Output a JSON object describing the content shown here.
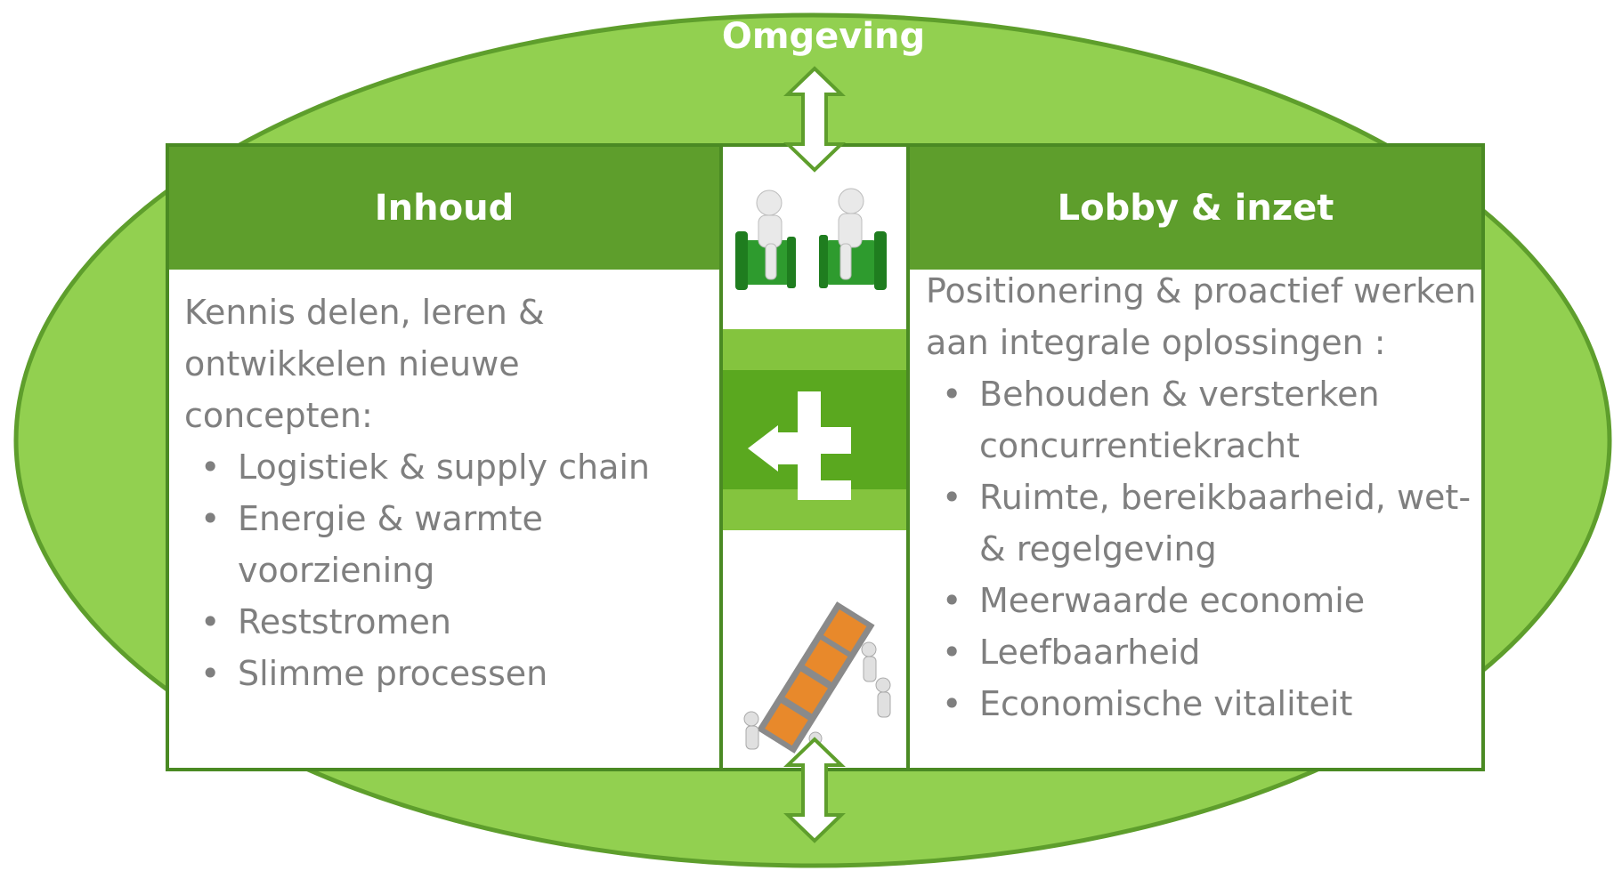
{
  "environment": {
    "label": "Omgeving"
  },
  "left_panel": {
    "title": "Inhoud",
    "intro": "Kennis delen, leren & ontwikkelen nieuwe concepten:",
    "items": [
      "Logistiek & supply chain",
      "Energie & warmte voorziening",
      "Reststromen",
      "Slimme processen"
    ]
  },
  "right_panel": {
    "title": "Lobby & inzet",
    "intro": "Positionering & proactief werken aan integrale oplossingen :",
    "items": [
      "Behouden & versterken concurrentiekracht",
      "Ruimte, bereikbaarheid, wet- & regelgeving",
      "Meerwaarde economie",
      "Leefbaarheid",
      "Economische vitaliteit"
    ]
  },
  "bullet_glyph": "•",
  "center_images": [
    "two-figures-in-chairs",
    "green-logo",
    "team-lifting-letters"
  ],
  "colors": {
    "ellipse": "#92d050",
    "ellipse_border": "#5e9e2c",
    "panel_header": "#5e9e2c",
    "text": "#7f7f7f"
  }
}
